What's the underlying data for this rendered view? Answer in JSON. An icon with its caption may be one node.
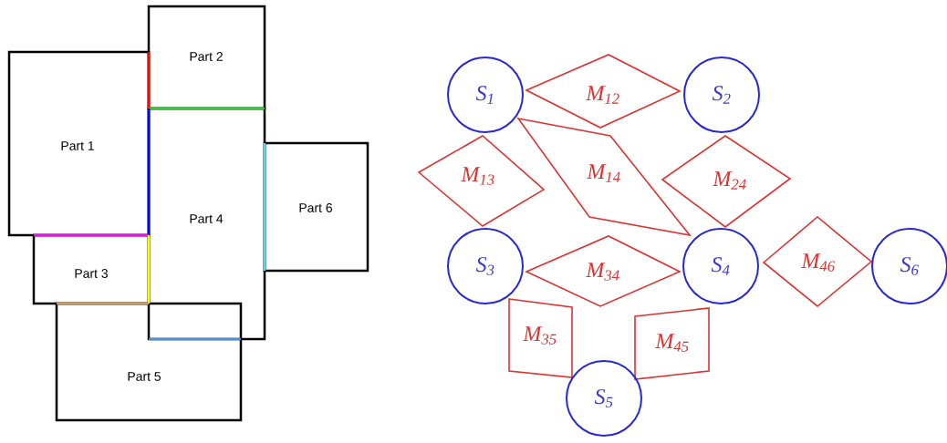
{
  "diagram": {
    "nodes": [
      {
        "text": [
          "Part 2"
        ]
      },
      {
        "text": [
          "Part 1"
        ]
      },
      {
        "text": [
          "Part 4"
        ]
      },
      {
        "text": [
          "Part 6"
        ]
      },
      {
        "text": [
          "Part 3"
        ]
      },
      {
        "text": [
          "Part 5"
        ]
      },
      {
        "text": [
          "S$_{1}$"
        ]
      },
      {
        "text": [
          "M$_{12}$"
        ]
      },
      {
        "text": [
          "S$_{2}$"
        ]
      },
      {
        "text": [
          "M$_{13}$"
        ]
      },
      {
        "text": [
          "M$_{14}$"
        ]
      },
      {
        "text": [
          "M$_{24}$"
        ]
      },
      {
        "text": [
          "S$_{3}$"
        ]
      },
      {
        "text": [
          "M$_{34}$"
        ]
      },
      {
        "text": [
          "S$_{4}$"
        ]
      },
      {
        "text": [
          "M$_{46}$"
        ]
      },
      {
        "text": [
          "S$_{6}$"
        ]
      },
      {
        "text": [
          "M$_{35}$"
        ]
      },
      {
        "text": [
          "M$_{45}$"
        ]
      },
      {
        "text": [
          "S$_{5}$"
        ]
      }
    ]
  }
}
